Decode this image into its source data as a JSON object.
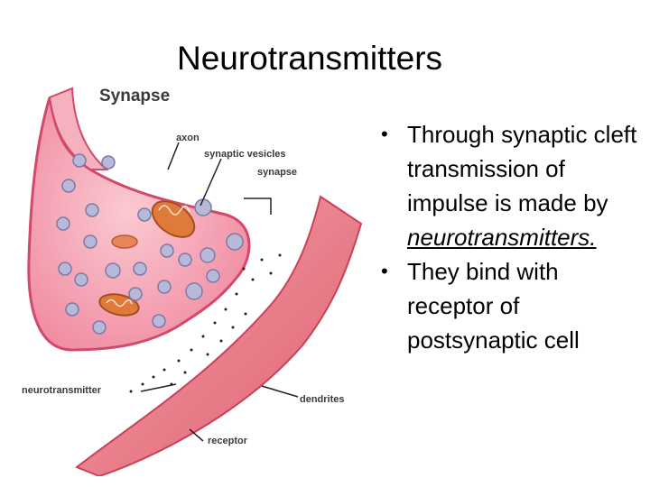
{
  "slide": {
    "title": "Neurotransmitters"
  },
  "figure": {
    "heading": "Synapse",
    "labels": {
      "axon": "axon",
      "synaptic_vesicles": "synaptic vesicles",
      "synapse": "synapse",
      "neurotransmitter": "neurotransmitter",
      "dendrites": "dendrites",
      "receptor": "receptor"
    },
    "colors": {
      "axon_fill": "#f4a0b0",
      "axon_outline": "#d2496a",
      "dendrite_fill": "#e8727f",
      "vesicle_fill": "#b8b8d8",
      "mitochondria": "#e07a3a"
    }
  },
  "bullets": [
    {
      "text": "Through synaptic cleft transmission of impulse is made by",
      "emphasis": "neurotransmitters."
    },
    {
      "text": "They bind with receptor of postsynaptic cell",
      "emphasis": ""
    }
  ]
}
